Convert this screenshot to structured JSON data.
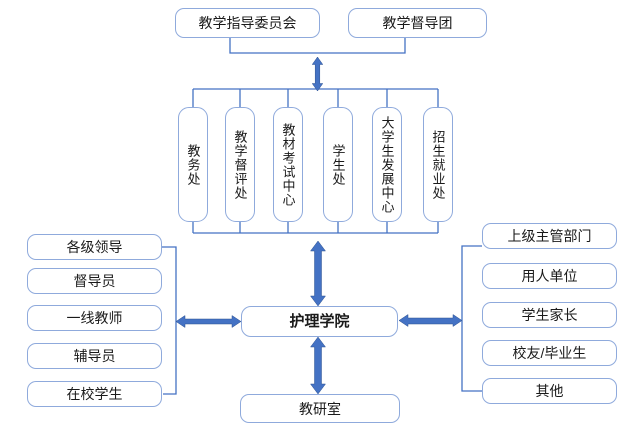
{
  "diagram": {
    "top_row": [
      "教学指导委员会",
      "教学督导团"
    ],
    "departments": [
      "教务处",
      "教学督评处",
      "教材考试中心",
      "学生处",
      "大学生发展中心",
      "招生就业处"
    ],
    "center": "护理学院",
    "bottom": "教研室",
    "left_column": [
      "各级领导",
      "督导员",
      "一线教师",
      "辅导员",
      "在校学生"
    ],
    "right_column": [
      "上级主管部门",
      "用人单位",
      "学生家长",
      "校友/毕业生",
      "其他"
    ]
  },
  "colors": {
    "connector_line": "#4472C4",
    "thick_arrow": "#4472C4",
    "box_border": "#8FAADC",
    "text": "#1A1A1A",
    "background": "#FFFFFF"
  }
}
